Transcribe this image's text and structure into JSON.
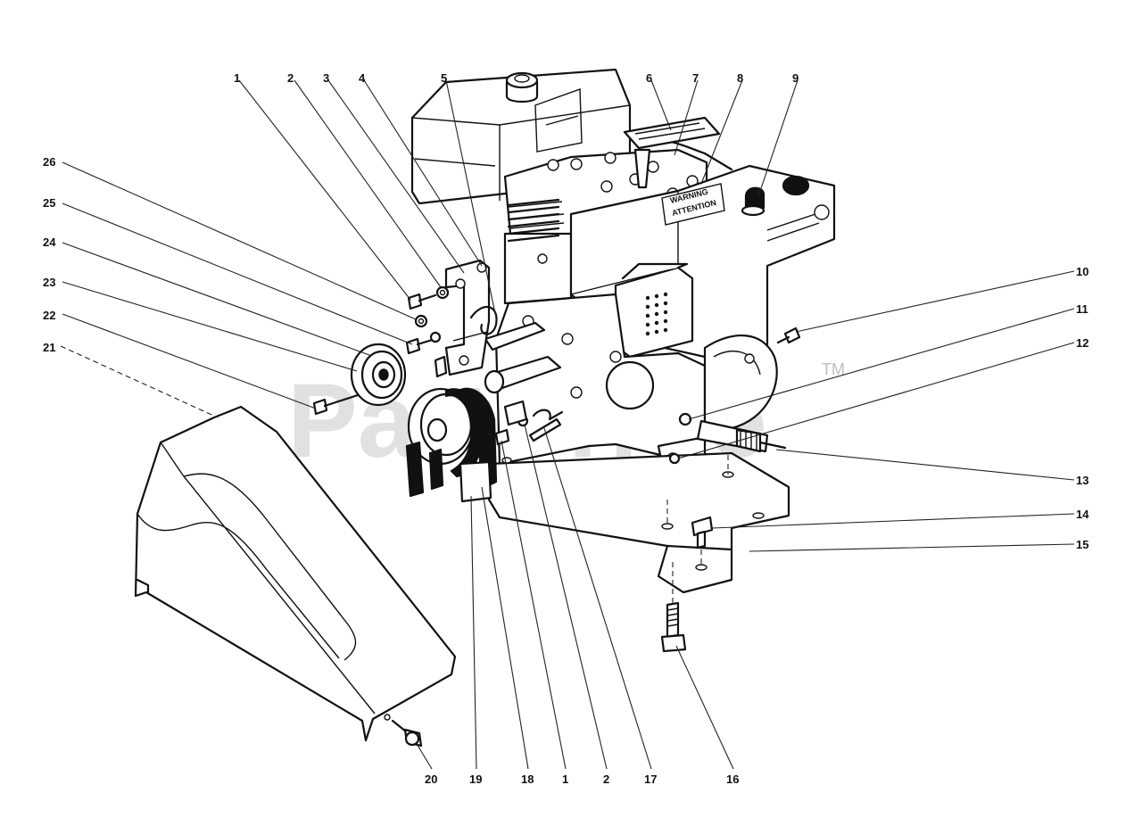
{
  "watermark": {
    "text": "PartsTree",
    "trademark": "TM"
  },
  "decal_text": {
    "warning": "WARNING",
    "attention": "ATTENTION"
  },
  "callouts": [
    "1",
    "2",
    "3",
    "4",
    "5",
    "6",
    "7",
    "8",
    "9",
    "10",
    "11",
    "12",
    "13",
    "14",
    "15",
    "16",
    "17",
    "18",
    "1",
    "2",
    "19",
    "20",
    "21",
    "22",
    "23",
    "24",
    "25",
    "26"
  ],
  "colors": {
    "line": "#111111",
    "watermark": "#c9c9c9",
    "background": "#ffffff"
  }
}
